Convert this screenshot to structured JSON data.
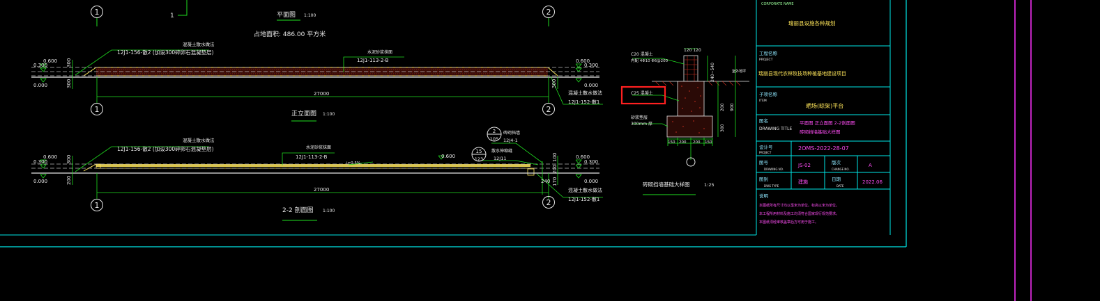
{
  "colors": {
    "background": "#000000",
    "frame": "#00ffff",
    "green": "#20e020",
    "yellow": "#ffe65a",
    "magenta": "#ff30ff",
    "red": "#ff2020",
    "white": "#e8e8e8",
    "hatch": "#d03020"
  },
  "plan": {
    "axis_1": "1",
    "axis_2": "2",
    "label_1": "1",
    "title": "平面图",
    "scale": "1:100",
    "area_text": "占地面积: 486.00 平方米"
  },
  "elevation": {
    "left_note": "混凝土散水做法",
    "left_spec": "12J1-156-散2 (加设300碎卵石混凝垫层)",
    "mid_note": "水泥砂浆抹面",
    "mid_spec": "12J1-113-2-B",
    "elev_600_l": "0.600",
    "elev_300_l": "0.300",
    "elev_000_l": "0.000",
    "elev_600_r": "0.600",
    "elev_300_r": "0.300",
    "elev_000_r": "0.000",
    "dim_300_a": "300",
    "dim_300_b": "300",
    "dim_300_c": "300",
    "length": "27000",
    "right_note": "混凝土散水做法",
    "right_spec": "12J1-152-散1",
    "axis_1": "1",
    "axis_2": "2",
    "title": "正立面图",
    "scale": "1:100"
  },
  "section": {
    "left_note": "混凝土散水做法",
    "left_spec": "12J1-156-散2 (加设300碎卵石混凝垫层)",
    "mid_note": "水泥砂浆抹面",
    "mid_spec": "12J1-113-2-B",
    "slope": "i=0.5%",
    "elev_600_mid": "0.600",
    "elev_600_l": "0.600",
    "elev_300_l": "0.300",
    "elev_000_l": "0.000",
    "elev_600_r": "0.600",
    "elev_300_r": "0.300",
    "elev_000_r": "0.000",
    "dim_300": "300",
    "dim_200": "200",
    "dim_240": "240",
    "dim_170": "170",
    "dim_100": "100",
    "callout_2_num": "2",
    "callout_2_sheet": "105",
    "callout_2_note": "砖砌挡墙",
    "callout_2_spec": "12J4-1",
    "callout_15_num": "15",
    "callout_15_sheet": "123",
    "callout_15_note": "散水伸缩缝",
    "callout_15_spec": "12J11",
    "length": "27000",
    "right_note": "混凝土散水做法",
    "right_spec": "12J1-152-散1",
    "axis_1": "1",
    "axis_2": "2",
    "title": "2-2 剖面图",
    "scale": "1:100"
  },
  "detail": {
    "dim_top": "120 120",
    "c20_note": "C20 混凝土",
    "c20_spec": "内配 4Φ10 Φ6@200",
    "c25_note": "C25 混凝土",
    "bottom_note": "砂浆垫层",
    "bottom_spec": "300mm 厚",
    "dim_240_540": "240~540",
    "dim_300": "300",
    "dim_200": "200",
    "dim_900": "900",
    "dim_side": "室外地坪",
    "dims_bottom": [
      "150",
      "200",
      "200",
      "150"
    ],
    "title": "砖砌挡墙基础大样图",
    "scale": "1:25"
  },
  "titleblock": {
    "corporate_en": "CORPORATE NAME",
    "company": "瑞丽县设施各种规划",
    "project_cn": "工程名称",
    "project_en": "PROJECT",
    "project_name": "瑞丽县现代农林牧技场种植基地建设项目",
    "sub_cn": "子项名称",
    "sub_en": "ITEM",
    "sub_name": "晒场(晾架)平台",
    "drawing_cn": "图名",
    "drawing_en": "DRAWING TITLE",
    "drawing_line1": "平面图  正立面图  2-2剖面图",
    "drawing_line2": "砖砌挡墙基础大样图",
    "no_cn": "设计号",
    "no_en": "PROJECT",
    "no_value": "2OMS-2022-28-07",
    "sheet_cn": "图号",
    "sheet_en": "DRAWING NO.",
    "sheet_value": "JS-02",
    "version_cn": "版次",
    "version_en": "CHANGE NO.",
    "version_value": "A",
    "type_cn": "图别",
    "type_en": "DWG TYPE",
    "type_value": "建施",
    "date_cn": "日期",
    "date_en": "DATE",
    "date_value": "2022.06",
    "notes_head": "说明",
    "note_1": "本图纸所有尺寸均以毫米为单位。标高以米为单位。",
    "note_2": "本工程所用材料及施工均须符合国家现行规范要求。",
    "note_3": "本图纸须经审核盖章后方可用于施工。"
  }
}
